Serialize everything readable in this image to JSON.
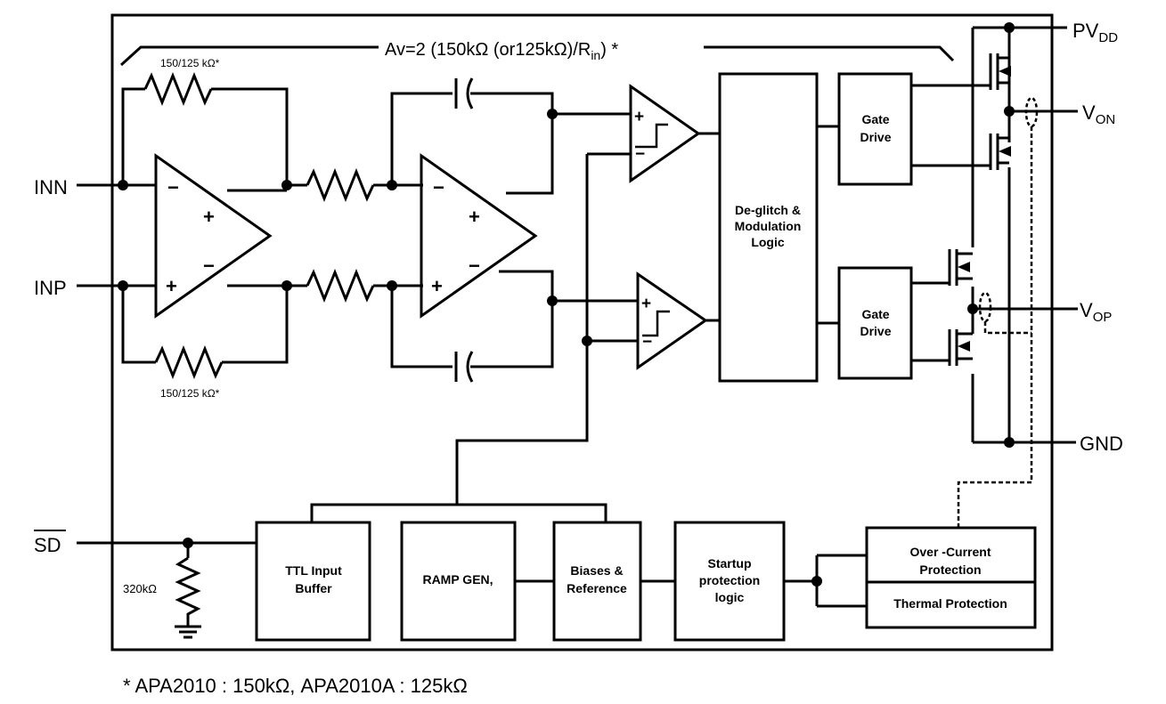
{
  "gain_label": {
    "prefix": "Av=2 (150kΩ (or125kΩ)/R",
    "sub": "in",
    "suffix": ") *"
  },
  "pins": {
    "inn": "INN",
    "inp": "INP",
    "sd": "SD",
    "pvdd": {
      "base": "PV",
      "sub": "DD"
    },
    "von": {
      "base": "V",
      "sub": "ON"
    },
    "vop": {
      "base": "V",
      "sub": "OP"
    },
    "gnd": "GND"
  },
  "resistors": {
    "top_feedback": "150/125 kΩ*",
    "bottom_feedback": "150/125 kΩ*",
    "sd_pulldown": "320kΩ"
  },
  "blocks": {
    "deglitch": [
      "De-glitch &",
      "Modulation",
      "Logic"
    ],
    "gate_drive_top": [
      "Gate",
      "Drive"
    ],
    "gate_drive_bottom": [
      "Gate",
      "Drive"
    ],
    "ttl": [
      "TTL Input",
      "Buffer"
    ],
    "ramp": "RAMP GEN,",
    "biases": [
      "Biases  &",
      "Reference"
    ],
    "startup": [
      "Startup",
      "protection",
      "logic"
    ],
    "over_current": [
      "Over -Current",
      "Protection"
    ],
    "thermal": "Thermal Protection"
  },
  "opamp_signs": {
    "minus": "−",
    "plus": "+"
  },
  "footnote": "* APA2010 : 150kΩ, APA2010A : 125kΩ"
}
